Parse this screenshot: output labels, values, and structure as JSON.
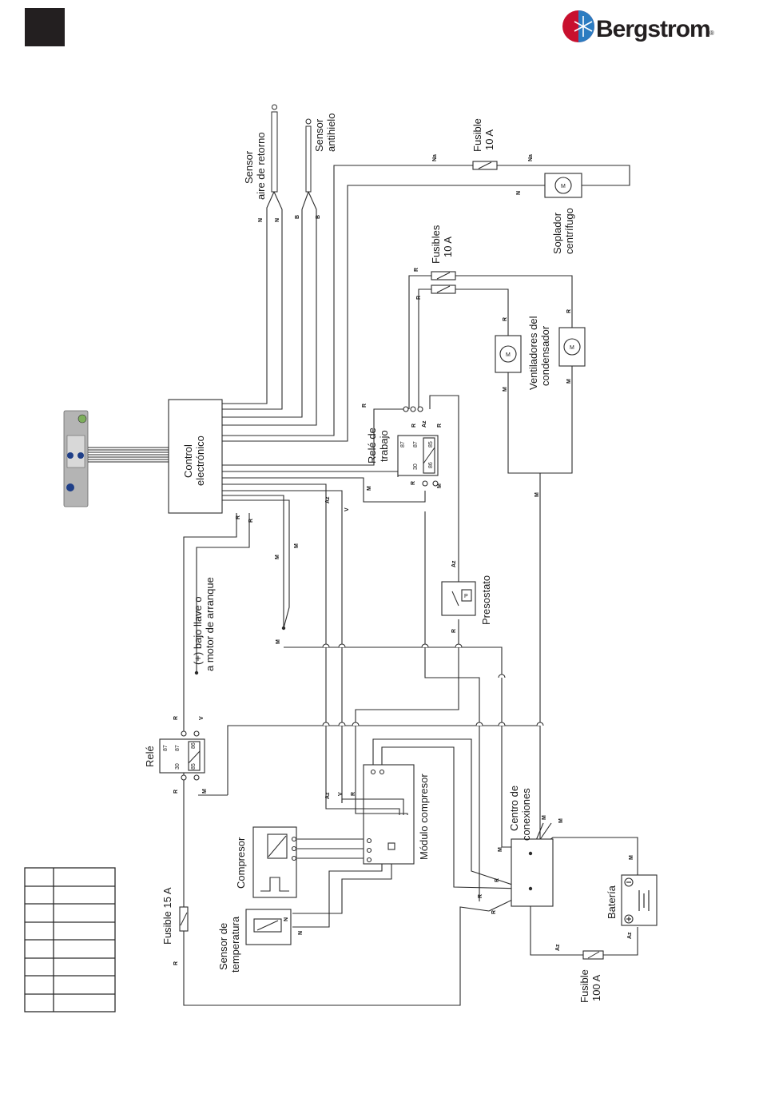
{
  "header": {
    "brand": "Bergstrom",
    "brand_mark": "®",
    "colors": {
      "logo_red": "#c8102e",
      "logo_blue": "#2c7cc1",
      "ink": "#231f20"
    }
  },
  "components": {
    "control": [
      "Control",
      "electrónico"
    ],
    "sensor_air": [
      "Sensor",
      "aire de retorno"
    ],
    "sensor_antifreeze": [
      "Sensor",
      "antihielo"
    ],
    "fuse_blower": [
      "Fusible",
      "10 A"
    ],
    "blower": [
      "Soplador",
      "centrífugo"
    ],
    "fuses_cond": [
      "Fusibles",
      "10 A"
    ],
    "cond_fans": [
      "Ventiladores del",
      "condensador"
    ],
    "work_relay": [
      "Relé de",
      "trabajo"
    ],
    "pressostat": "Presostato",
    "ignition": [
      "(+) bajo llave o",
      "a motor de arranque"
    ],
    "relay": "Relé",
    "comp_module": "Módulo compresor",
    "compressor": "Compresor",
    "temp_sensor": [
      "Sensor de",
      "temperatura"
    ],
    "junction": [
      "Centro de",
      "conexiones"
    ],
    "battery": "Batería",
    "fuse_main": [
      "Fusible",
      "100 A"
    ],
    "fuse_relay": "Fusible 15 A"
  },
  "symbols": {
    "motor": "M",
    "pressure": "P",
    "relay_pins": [
      "87",
      "30",
      "86",
      "85"
    ],
    "battery_minus": "−",
    "battery_plus": "+"
  },
  "wires": {
    "N": "N",
    "B": "B",
    "Na": "Na",
    "R": "R",
    "M": "M",
    "Az": "Az",
    "V": "V"
  },
  "legend_table": {
    "rows": 8,
    "cols": 2
  }
}
